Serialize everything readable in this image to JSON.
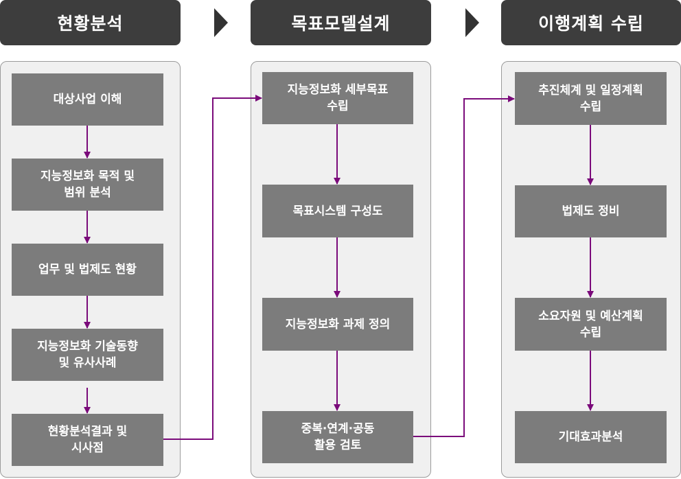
{
  "colors": {
    "header_bg": "#3d3d3d",
    "box_bg": "#7c7c7c",
    "panel_bg": "#f0f0f0",
    "arrow": "#7a0a7a"
  },
  "columns": [
    {
      "header": "현황분석",
      "steps": [
        "대상사업 이해",
        "지능정보화 목적 및\n범위 분석",
        "업무 및 법제도 현황",
        "지능정보화 기술동향\n및 유사사례",
        "현황분석결과 및\n시사점"
      ]
    },
    {
      "header": "목표모델설계",
      "steps": [
        "지능정보화 세부목표\n수립",
        "목표시스템 구성도",
        "지능정보화 과제 정의",
        "중복·연계·공동\n활용 검토"
      ]
    },
    {
      "header": "이행계획 수립",
      "steps": [
        "추진체계 및 일정계획\n수립",
        "법제도 정비",
        "소요자원 및 예산계획\n수립",
        "기대효과분석"
      ]
    }
  ]
}
